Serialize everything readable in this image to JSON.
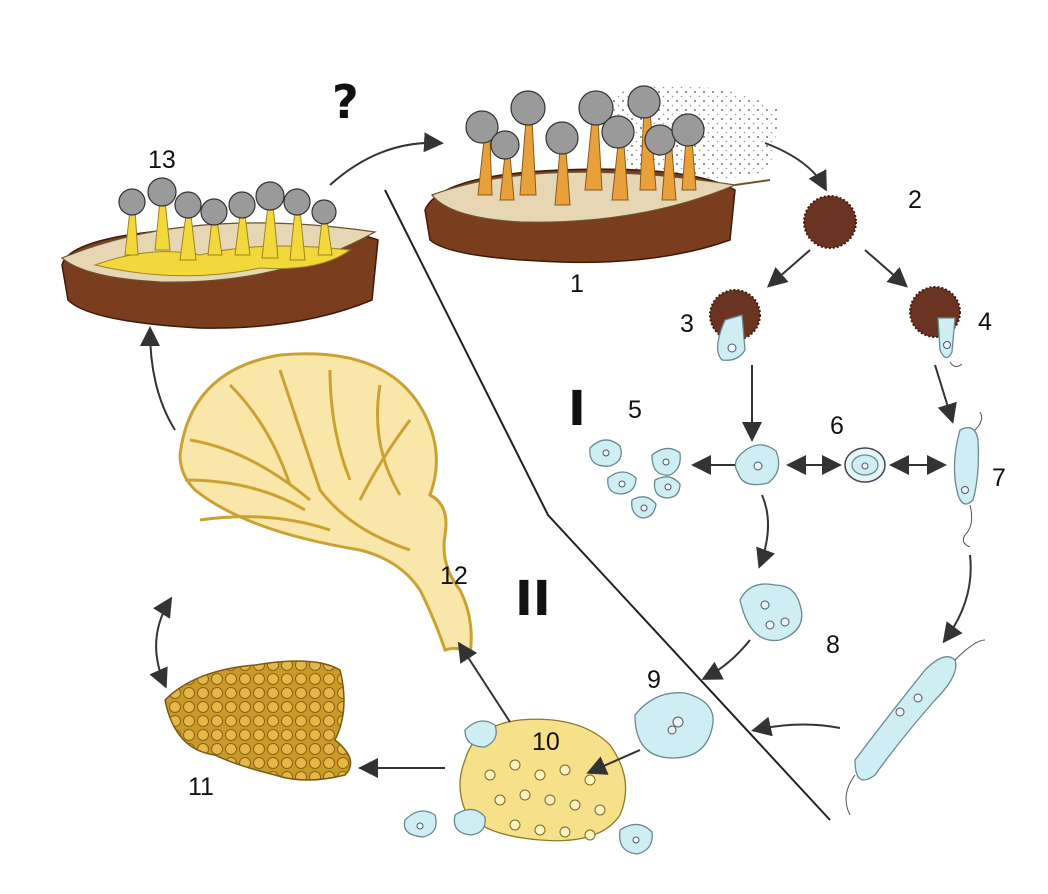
{
  "title": "Slime mold life cycle",
  "question_mark": "?",
  "phase_labels": {
    "phase_1": "I",
    "phase_2": "II"
  },
  "stages": {
    "s1": "1",
    "s2": "2",
    "s3": "3",
    "s4": "4",
    "s5": "5",
    "s6": "6",
    "s7": "7",
    "s8": "8",
    "s9": "9",
    "s10": "10",
    "s11": "11",
    "s12": "12",
    "s13": "13"
  },
  "colors": {
    "spore": "#6b3322",
    "amoeba": "#cfeef3",
    "plasmodium": "#f6e08a",
    "substrate": "#7a3e1e"
  }
}
